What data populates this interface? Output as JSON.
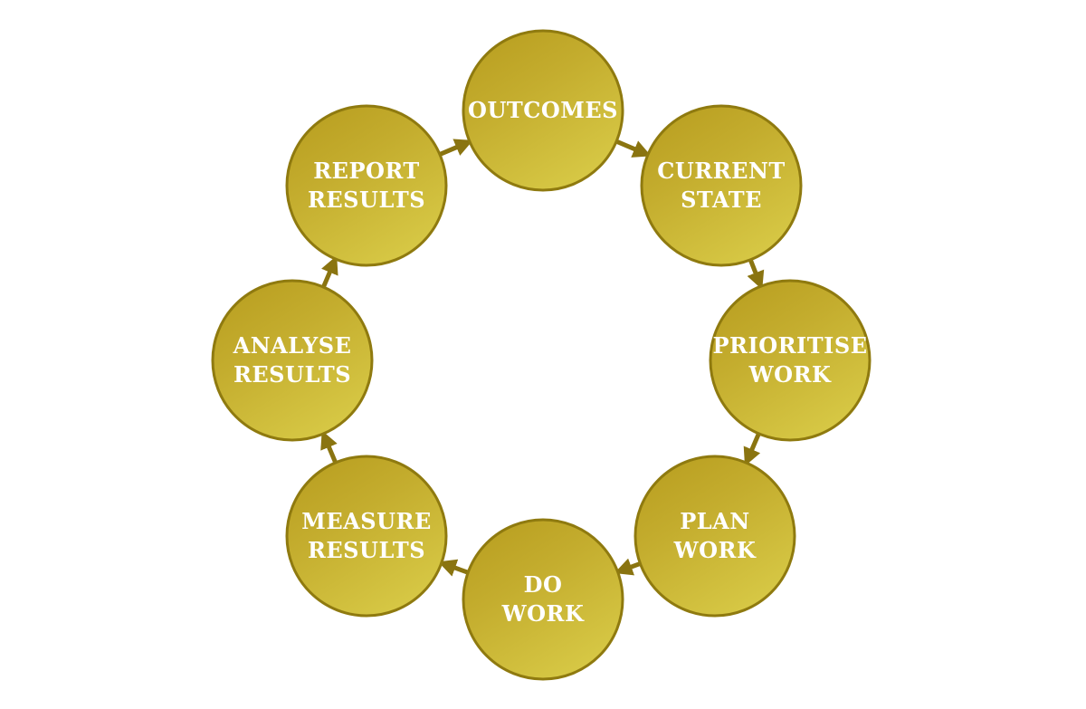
{
  "colors": {
    "circle_fill_light": "#d2c23e",
    "circle_fill_dark": "#b39a1c",
    "circle_stroke": "#8f7a0f",
    "arrow": "#8a7410",
    "label": "#ffffff"
  },
  "nodes": [
    {
      "id": "outcomes",
      "lines": [
        "OUTCOMES"
      ]
    },
    {
      "id": "current-state",
      "lines": [
        "CURRENT",
        "STATE"
      ]
    },
    {
      "id": "prioritise-work",
      "lines": [
        "PRIORITISE",
        "WORK"
      ]
    },
    {
      "id": "plan-work",
      "lines": [
        "PLAN",
        "WORK"
      ]
    },
    {
      "id": "do-work",
      "lines": [
        "DO",
        "WORK"
      ]
    },
    {
      "id": "measure-results",
      "lines": [
        "MEASURE",
        "RESULTS"
      ]
    },
    {
      "id": "analyse-results",
      "lines": [
        "ANALYSE",
        "RESULTS"
      ]
    },
    {
      "id": "report-results",
      "lines": [
        "REPORT",
        "RESULTS"
      ]
    }
  ],
  "edges": [
    {
      "from": "outcomes",
      "to": "current-state"
    },
    {
      "from": "current-state",
      "to": "prioritise-work"
    },
    {
      "from": "prioritise-work",
      "to": "plan-work"
    },
    {
      "from": "plan-work",
      "to": "do-work"
    },
    {
      "from": "do-work",
      "to": "measure-results"
    },
    {
      "from": "measure-results",
      "to": "analyse-results"
    },
    {
      "from": "analyse-results",
      "to": "report-results"
    },
    {
      "from": "report-results",
      "to": "outcomes"
    }
  ]
}
